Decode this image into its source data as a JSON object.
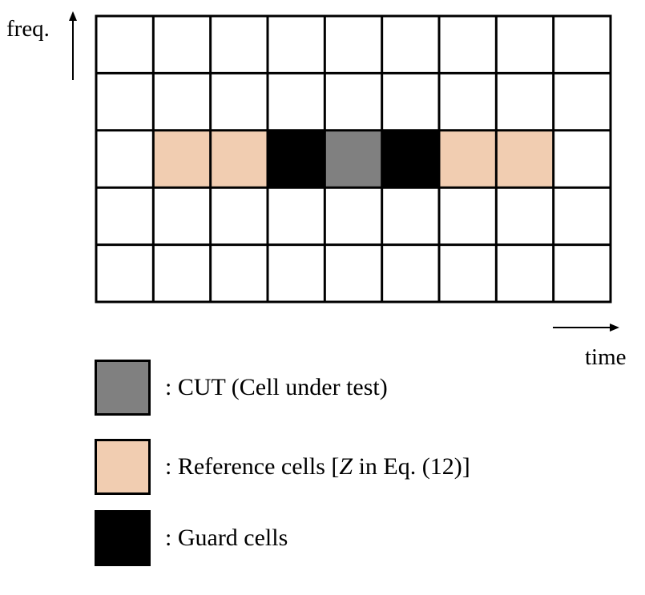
{
  "axes": {
    "y_label": "freq.",
    "x_label": "time"
  },
  "grid": {
    "rows": 5,
    "cols": 9,
    "highlight_row": 2,
    "cells": [
      "empty",
      "reference",
      "reference",
      "guard",
      "cut",
      "guard",
      "reference",
      "reference",
      "empty"
    ]
  },
  "colors": {
    "cut": "#808080",
    "reference": "#f1cdb1",
    "guard": "#000000",
    "empty": "#ffffff",
    "line": "#000000"
  },
  "legend": [
    {
      "key": "cut",
      "text": ": CUT (Cell under test)"
    },
    {
      "key": "reference",
      "text_pre": ": Reference cells [",
      "text_italic": "Z",
      "text_post": " in Eq. (12)]"
    },
    {
      "key": "guard",
      "text": ": Guard cells"
    }
  ]
}
